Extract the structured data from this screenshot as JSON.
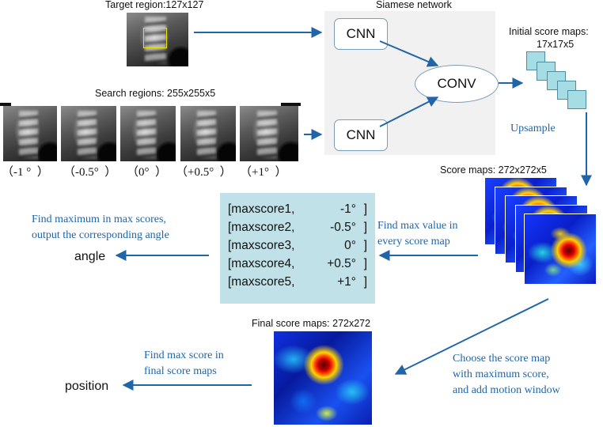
{
  "target": {
    "title": "Target region:127x127"
  },
  "search": {
    "title": "Search regions: 255x255x5",
    "angles": [
      "（-1 °  ）",
      "（-0.5°  ）",
      "（0°  ）",
      "（+0.5°  ）",
      "（+1°  ）"
    ]
  },
  "siamese": {
    "title": "Siamese network",
    "cnn_top": "CNN",
    "cnn_bottom": "CNN",
    "conv": "CONV"
  },
  "initial_maps": {
    "title_line1": "Initial score maps:",
    "title_line2": "17x17x5"
  },
  "upsample_label": "Upsample",
  "score_maps": {
    "title": "Score maps: 272x272x5"
  },
  "find_max_value": {
    "line1": "Find max value in",
    "line2": "every score map"
  },
  "maxscores": {
    "rows": [
      {
        "name": "[maxscore1,",
        "angle": "-1°",
        "close": "]"
      },
      {
        "name": "[maxscore2,",
        "angle": "-0.5°",
        "close": "]"
      },
      {
        "name": "[maxscore3,",
        "angle": "0°",
        "close": "]"
      },
      {
        "name": "[maxscore4,",
        "angle": "+0.5°",
        "close": "]"
      },
      {
        "name": "[maxscore5,",
        "angle": "+1°",
        "close": "]"
      }
    ]
  },
  "find_max_in_max": {
    "line1": "Find maximum in max scores,",
    "line2": "output the corresponding angle"
  },
  "angle_output": "angle",
  "final_maps": {
    "title": "Final score maps: 272x272"
  },
  "choose_score": {
    "line1": "Choose the score map",
    "line2": "with maximum score,",
    "line3": "and add motion window"
  },
  "find_max_final": {
    "line1": "Find max score in",
    "line2": "final score maps"
  },
  "position_output": "position",
  "colors": {
    "arrow": "#2065a8",
    "annotation_text": "#2065a8",
    "panel_bg": "#f1f1f1",
    "maxscore_box": "#bfe1e7",
    "cube_fill": "#a6dce3",
    "target_box": "#e8e000"
  }
}
